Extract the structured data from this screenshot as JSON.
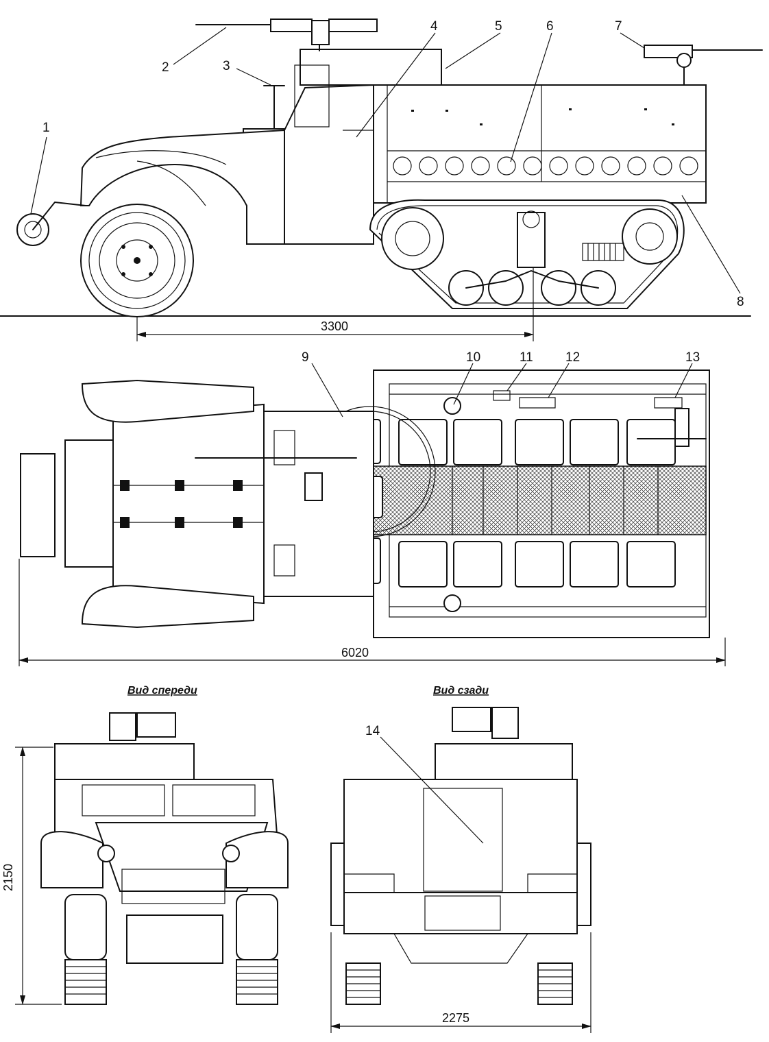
{
  "callouts": [
    "1",
    "2",
    "3",
    "4",
    "5",
    "6",
    "7",
    "8",
    "9",
    "10",
    "11",
    "12",
    "13",
    "14"
  ],
  "dimensions": {
    "wheelbase": "3300",
    "length": "6020",
    "height": "2150",
    "width": "2275"
  },
  "views": {
    "front": "Вид спереди",
    "rear": "Вид сзади"
  }
}
